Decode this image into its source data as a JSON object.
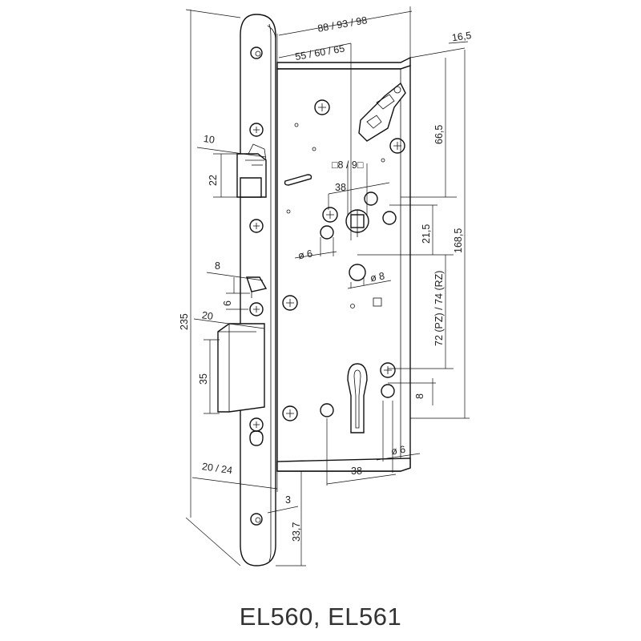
{
  "caption": "EL560, EL561",
  "dimensions": {
    "top_width": "88 / 93 / 98",
    "backset": "55 / 60 / 65",
    "depth": "16,5",
    "follower_square": "□8 / 9□",
    "follower_spacing": "38",
    "height_66": "66,5",
    "height_21": "21,5",
    "height_168": "168,5",
    "hole_6_left": "ø 6",
    "hole_8": "ø 8",
    "pz_rz": "72 (PZ) / 74 (RZ)",
    "latch_w": "10",
    "latch_h": "22",
    "aux_w": "8",
    "aux_h": "6",
    "bolt_w": "20",
    "bolt_h": "35",
    "total_h": "235",
    "cyl_8": "8",
    "cyl_spacing": "38",
    "hole_6_right": "ø 6",
    "faceplate_w": "20 / 24",
    "faceplate_t": "3",
    "faceplate_end": "33,7"
  }
}
